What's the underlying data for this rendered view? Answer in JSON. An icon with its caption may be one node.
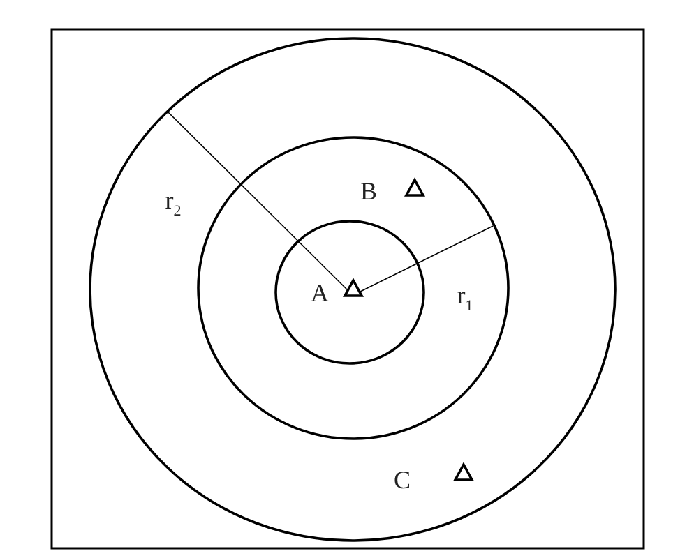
{
  "diagram": {
    "labels": [
      "B",
      "r$_{2}$",
      "A",
      "r$_{1}$",
      "C"
    ]
  }
}
